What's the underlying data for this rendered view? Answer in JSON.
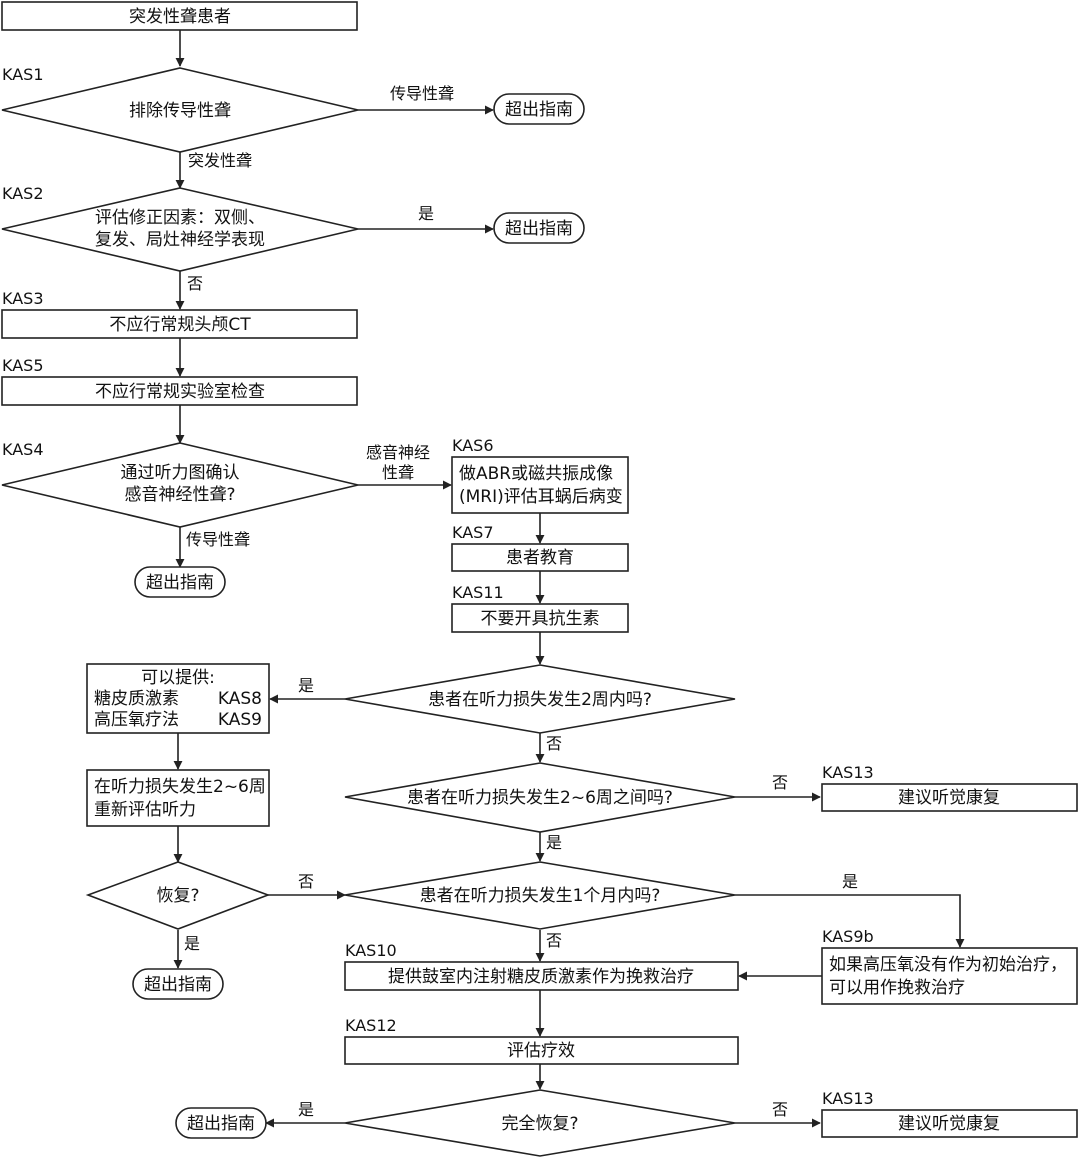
{
  "flowchart": {
    "start": "突发性聋患者",
    "codes": {
      "kas1": "KAS1",
      "kas2": "KAS2",
      "kas3": "KAS3",
      "kas5": "KAS5",
      "kas4": "KAS4",
      "kas6": "KAS6",
      "kas7": "KAS7",
      "kas11": "KAS11",
      "kas13_a": "KAS13",
      "kas10": "KAS10",
      "kas9b": "KAS9b",
      "kas12": "KAS12",
      "kas13_b": "KAS13"
    },
    "nodes": {
      "exclude_conductive": "排除传导性聋",
      "modifying_factors": [
        "评估修正因素：双侧、",
        "复发、局灶神经学表现"
      ],
      "no_routine_ct": "不应行常规头颅CT",
      "no_routine_lab": "不应行常规实验室检查",
      "audiogram_confirm": [
        "通过听力图确认",
        "感音神经性聋?"
      ],
      "abr_mri": [
        "做ABR或磁共振成像",
        "(MRI)评估耳蜗后病变"
      ],
      "patient_education": "患者教育",
      "no_antibiotics": "不要开具抗生素",
      "within_2_weeks": "患者在听力损失发生2周内吗?",
      "may_offer_title": "可以提供:",
      "steroids": "糖皮质激素",
      "kas8": "KAS8",
      "hbot": "高压氧疗法",
      "kas9": "KAS9",
      "reassess": [
        "在听力损失发生2~6周",
        "重新评估听力"
      ],
      "between_2_6_weeks": "患者在听力损失发生2~6周之间吗?",
      "recommend_rehab_1": "建议听觉康复",
      "recovered": "恢复?",
      "within_1_month": "患者在听力损失发生1个月内吗?",
      "intratympanic_salvage": "提供鼓室内注射糖皮质激素作为挽救治疗",
      "hbot_salvage": [
        "如果高压氧没有作为初始治疗，",
        "可以用作挽救治疗"
      ],
      "evaluate_efficacy": "评估疗效",
      "complete_recovery": "完全恢复?",
      "recommend_rehab_2": "建议听觉康复"
    },
    "terminals": {
      "t1": "超出指南",
      "t2": "超出指南",
      "t3": "超出指南",
      "t4": "超出指南",
      "t5": "超出指南"
    },
    "edge_labels": {
      "conductive_1": "传导性聋",
      "sudden": "突发性聋",
      "yes_1": "是",
      "no_1": "否",
      "sensorineural": [
        "感音神经",
        "性聋"
      ],
      "conductive_2": "传导性聋",
      "yes_2": "是",
      "no_2": "否",
      "no_3": "否",
      "yes_3": "是",
      "no_4": "否",
      "yes_4": "是",
      "yes_5": "是",
      "no_5": "否",
      "yes_6": "是",
      "no_6": "否"
    }
  }
}
